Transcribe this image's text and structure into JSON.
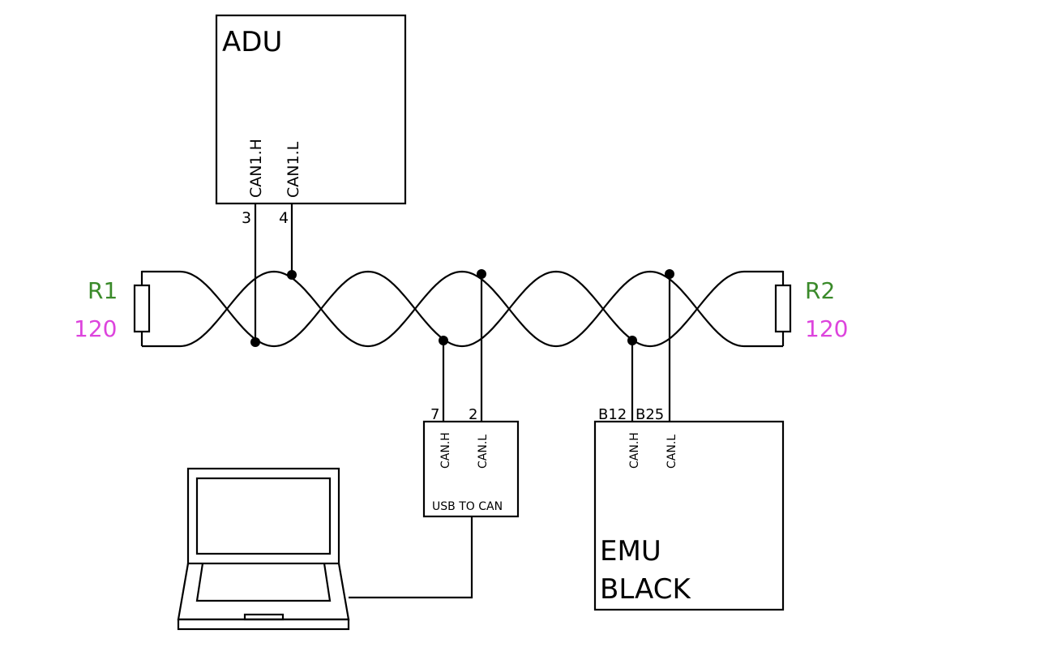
{
  "adu": {
    "title": "ADU",
    "pin_h_label": "CAN1.H",
    "pin_l_label": "CAN1.L",
    "pin_h_number": "3",
    "pin_l_number": "4"
  },
  "usb_can": {
    "title": "USB TO CAN",
    "pin_h_label": "CAN.H",
    "pin_l_label": "CAN.L",
    "pin_h_number": "7",
    "pin_l_number": "2"
  },
  "emu": {
    "title_line1": "EMU",
    "title_line2": "BLACK",
    "pin_h_label": "CAN.H",
    "pin_l_label": "CAN.L",
    "pin_h_number": "B12",
    "pin_l_number": "B25"
  },
  "r1": {
    "name": "R1",
    "value": "120"
  },
  "r2": {
    "name": "R2",
    "value": "120"
  },
  "colors": {
    "resistor_name": "#3a8a2a",
    "resistor_value": "#dd44dd",
    "wire": "#000000"
  },
  "laptop": {
    "icon": "laptop-icon"
  }
}
